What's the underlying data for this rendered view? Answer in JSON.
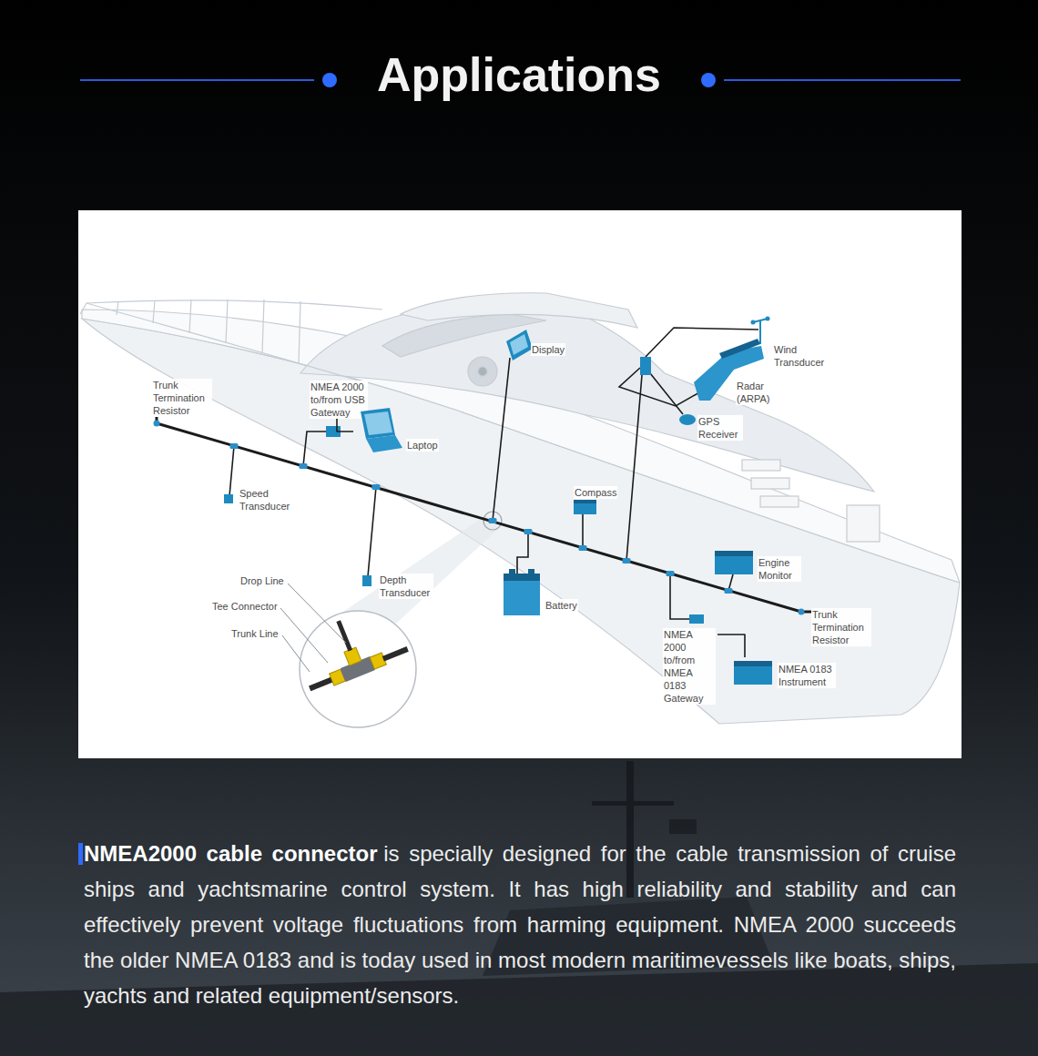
{
  "diagram": {
    "title": "Applications",
    "caption": "is specially designed for the cable transmission of cruise ships and yachtsmarine control system. It has high reliability and stability and can effectively prevent voltage fluctuations from harming equipment. NMEA 2000 succeeds the older NMEA 0183 and is today used in most modern maritimevessels like boats, ships, yachts and related equipment/sensors.",
    "nodes": [
      {
        "text": [
          "Display"
        ]
      },
      {
        "text": [
          "Wind Transducer"
        ]
      },
      {
        "text": [
          "Radar (ARPA)"
        ]
      },
      {
        "text": [
          "NMEA 2000 to/from USB Gateway"
        ]
      },
      {
        "text": [
          "Trunk Termination Resistor"
        ]
      },
      {
        "text": [
          "GPS Receiver"
        ]
      },
      {
        "text": [
          "Laptop"
        ]
      },
      {
        "text": [
          "Compass"
        ]
      },
      {
        "text": [
          "Speed Transducer"
        ]
      },
      {
        "text": [
          "Engine Monitor"
        ]
      },
      {
        "text": [
          "Depth Transducer"
        ]
      },
      {
        "text": [
          "Battery"
        ]
      },
      {
        "text": [
          "Trunk Termination Resistor"
        ]
      },
      {
        "text": [
          "NMEA 2000 to/from NMEA 0183 Gateway"
        ]
      },
      {
        "text": [
          "NMEA 0183 Instrument"
        ]
      }
    ],
    "edges": [
      {
        "from": 4,
        "to": 12,
        "arrow": "none"
      },
      {
        "from": 3,
        "to": 6,
        "arrow": "none"
      },
      {
        "from": 13,
        "to": 14,
        "arrow": "none"
      }
    ],
    "labels": [
      "Drop Line",
      "Tee Connector",
      "Trunk Line",
      "NMEA2000 cable connector"
    ]
  }
}
